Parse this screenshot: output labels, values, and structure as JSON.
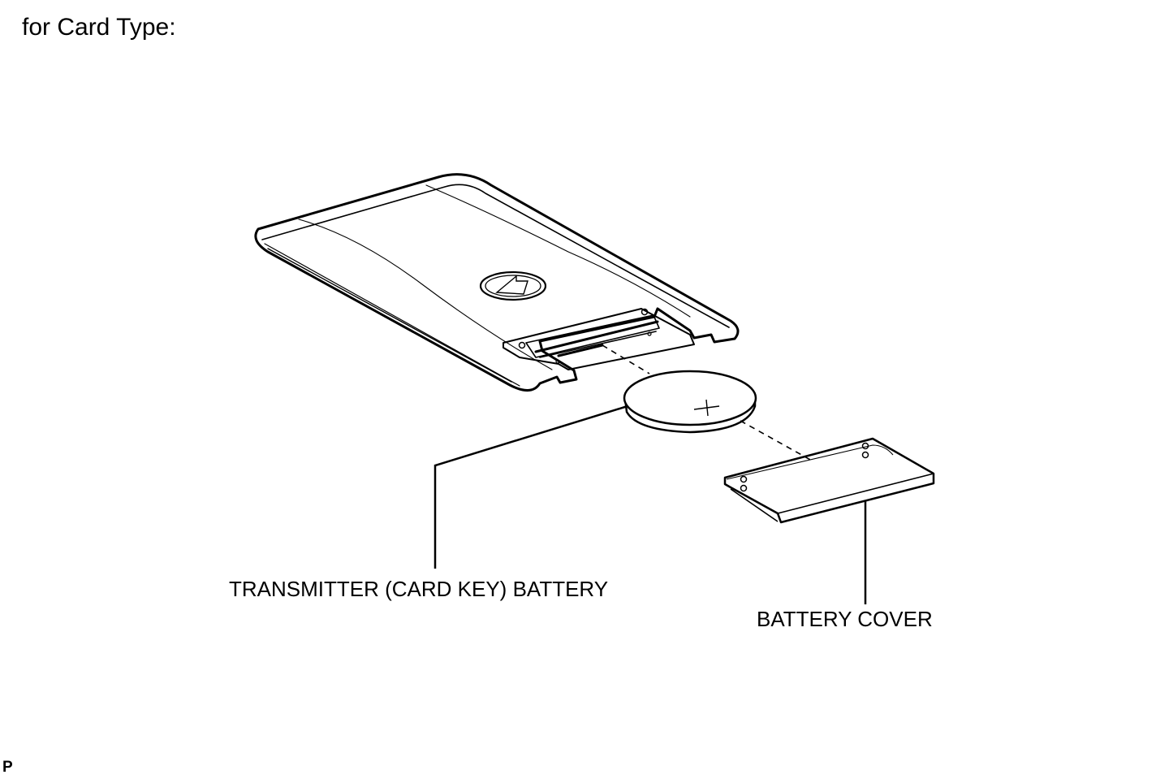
{
  "heading": "for Card Type:",
  "labels": {
    "battery": "TRANSMITTER (CARD KEY) BATTERY",
    "cover": "BATTERY COVER"
  },
  "corner_mark": "P",
  "colors": {
    "line": "#000000",
    "background": "#ffffff"
  },
  "icons": {
    "logo": "lexus-emblem-icon"
  }
}
